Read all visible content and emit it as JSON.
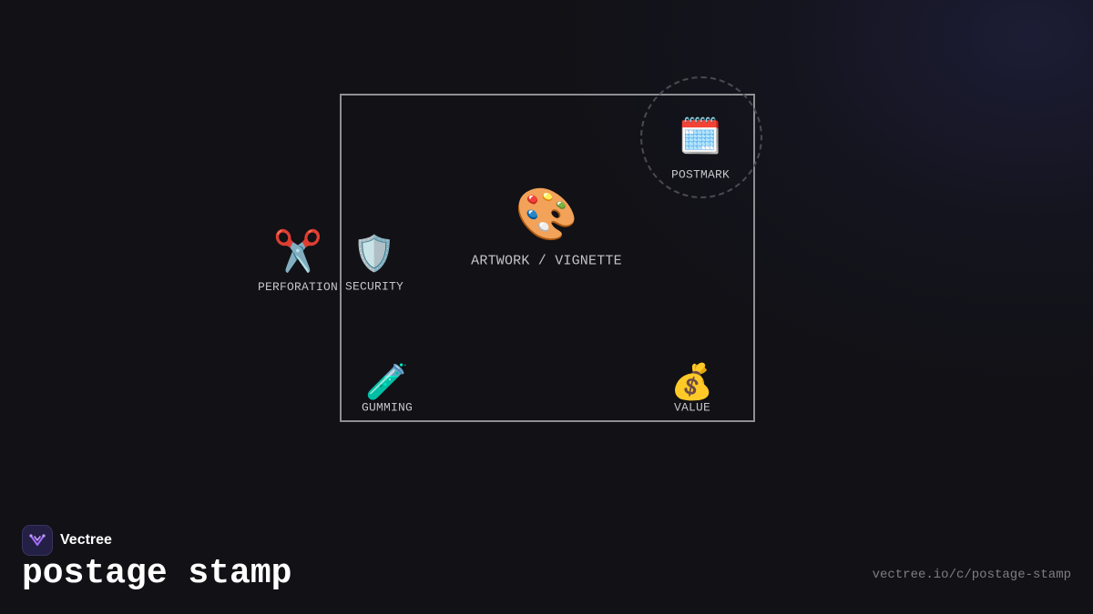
{
  "diagram": {
    "parts": [
      {
        "id": "artwork",
        "icon": "🎨",
        "icon_name": "palette-icon",
        "label": "ARTWORK / VIGNETTE"
      },
      {
        "id": "postmark",
        "icon": "🗓️",
        "icon_name": "calendar-icon",
        "label": "POSTMARK"
      },
      {
        "id": "perforation",
        "icon": "✂️",
        "icon_name": "scissors-icon",
        "label": "PERFORATION"
      },
      {
        "id": "security",
        "icon": "🛡️",
        "icon_name": "shield-icon",
        "label": "SECURITY"
      },
      {
        "id": "gumming",
        "icon": "🧪",
        "icon_name": "test-tube-icon",
        "label": "GUMMING"
      },
      {
        "id": "value",
        "icon": "💰",
        "icon_name": "money-bag-icon",
        "label": "VALUE"
      }
    ]
  },
  "footer": {
    "brand": "Vectree",
    "title": "postage stamp",
    "url": "vectree.io/c/postage-stamp"
  },
  "colors": {
    "background": "#111116",
    "frame": "#8e8e93",
    "postmark_ring": "#4a4a50",
    "logo_bg": "#241f45",
    "logo_accent": "#a46bff"
  }
}
